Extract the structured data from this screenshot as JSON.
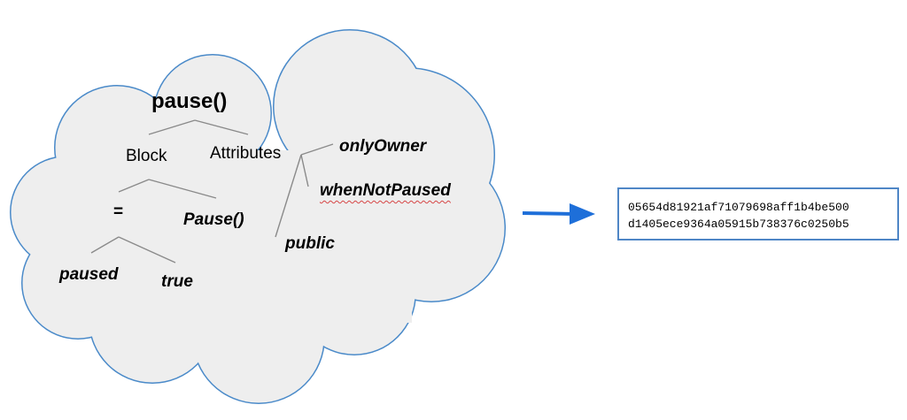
{
  "tree": {
    "root": "pause()",
    "block": "Block",
    "attributes": "Attributes",
    "assign_op": "=",
    "pause_call": "Pause()",
    "paused": "paused",
    "true_value": "true",
    "only_owner": "onlyOwner",
    "when_not_paused": "whenNotPaused",
    "public": "public"
  },
  "hash": {
    "line1": "05654d81921af71079698aff1b4be500",
    "line2": "d1405ece9364a05915b738376c0250b5"
  },
  "colors": {
    "cloud_fill": "#eeeeee",
    "cloud_stroke": "#4a8ac9",
    "arrow": "#1e6fd9",
    "tree_lines": "#8a8a8a",
    "box_border": "#4f86c6"
  }
}
